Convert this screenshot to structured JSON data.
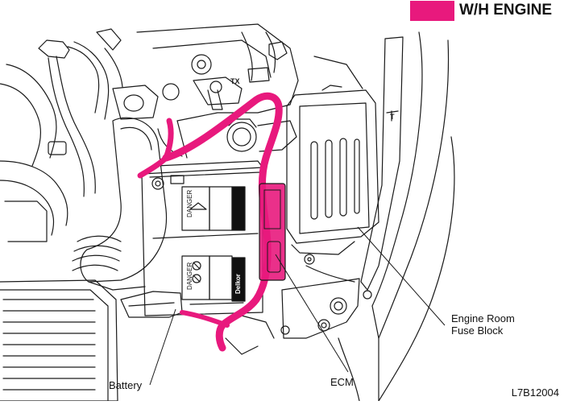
{
  "legend": {
    "label": "W/H ENGINE",
    "color": "#e8197d"
  },
  "callouts": {
    "battery": "Battery",
    "ecm": "ECM",
    "fuse_block_line1": "Engine Room",
    "fuse_block_line2": "Fuse Block"
  },
  "battery_markings": {
    "danger": "DANGER",
    "brand": "Delkor"
  },
  "engine_marks": {
    "tx": "TX",
    "t": "T"
  },
  "figure_code": "L7B12004"
}
